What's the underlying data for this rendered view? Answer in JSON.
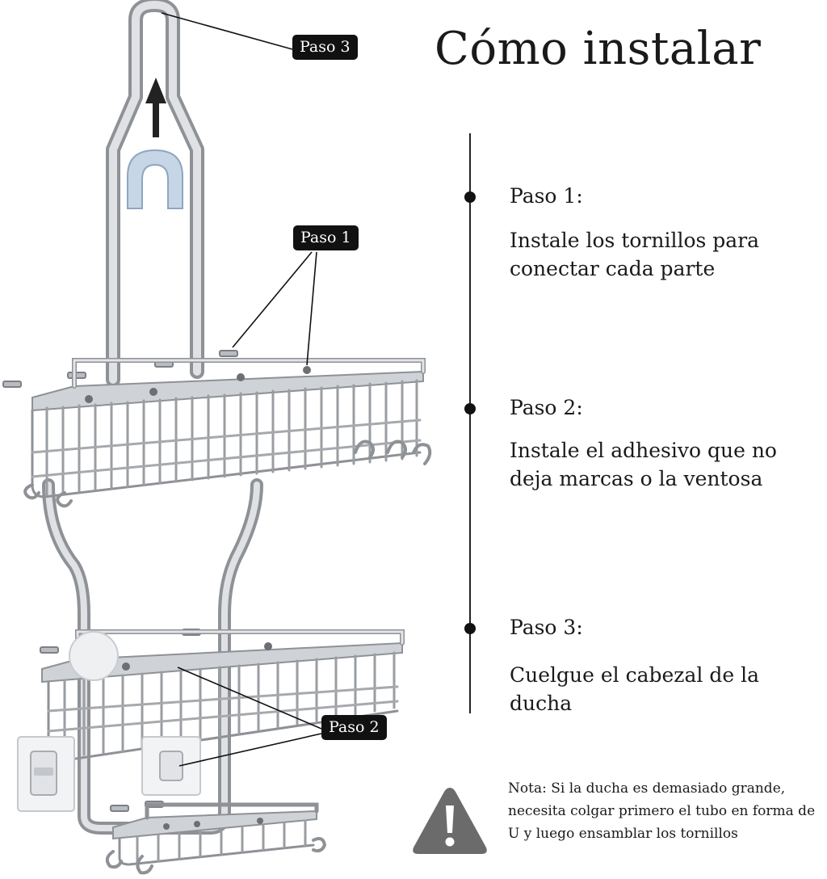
{
  "title": "Cómo instalar",
  "callouts": {
    "paso1": "Paso 1",
    "paso2": "Paso 2",
    "paso3": "Paso 3"
  },
  "steps": [
    {
      "title": "Paso 1:",
      "description": "Instale los tornillos para conectar cada parte"
    },
    {
      "title": "Paso 2:",
      "description": "Instale el adhesivo que no deja marcas o la ventosa"
    },
    {
      "title": "Paso 3:",
      "description": "Cuelgue el cabezal de la ducha"
    }
  ],
  "note": "Nota: Si la ducha es demasiado grande, necesita colgar primero el tubo en forma de U y luego ensamblar los tornillos",
  "colors": {
    "metal": "#c4c7cb",
    "metal_dark": "#8e9196",
    "callout_bg": "#111111",
    "warning": "#6b6b6b"
  },
  "icons": [
    "up-arrow-icon",
    "warning-icon"
  ]
}
